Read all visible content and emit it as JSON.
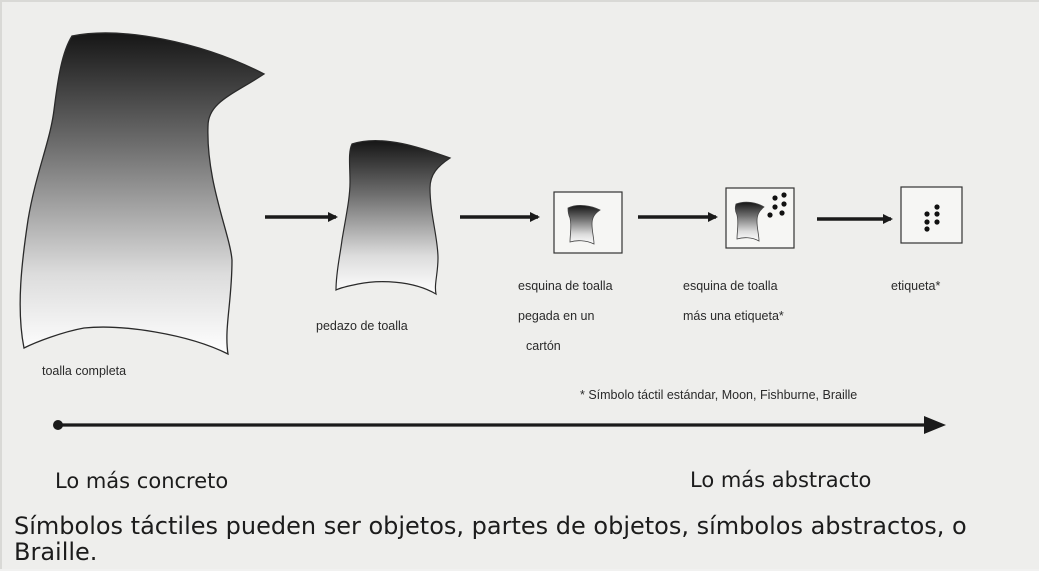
{
  "stages": [
    {
      "id": "towel-whole",
      "label": "toalla completa"
    },
    {
      "id": "towel-piece",
      "label": "pedazo de toalla"
    },
    {
      "id": "towel-corner-card",
      "lines": [
        "esquina de toalla",
        "pegada en un",
        "cartón"
      ]
    },
    {
      "id": "towel-corner-tag",
      "lines": [
        "esquina de toalla",
        "más una etiqueta*"
      ]
    },
    {
      "id": "tag",
      "label": "etiqueta*"
    }
  ],
  "footnote": "* Símbolo táctil estándar, Moon, Fishburne, Braille",
  "continuum": {
    "left_label": "Lo más concreto",
    "right_label": "Lo más abstracto"
  },
  "caption": "Símbolos táctiles pueden ser objetos, partes de objetos, símbolos abstractos, o Braille.",
  "colors": {
    "background": "#eeeeec",
    "ink": "#1a1a1a",
    "shape_dark": "#1a1a1a",
    "shape_light": "#ffffff"
  }
}
